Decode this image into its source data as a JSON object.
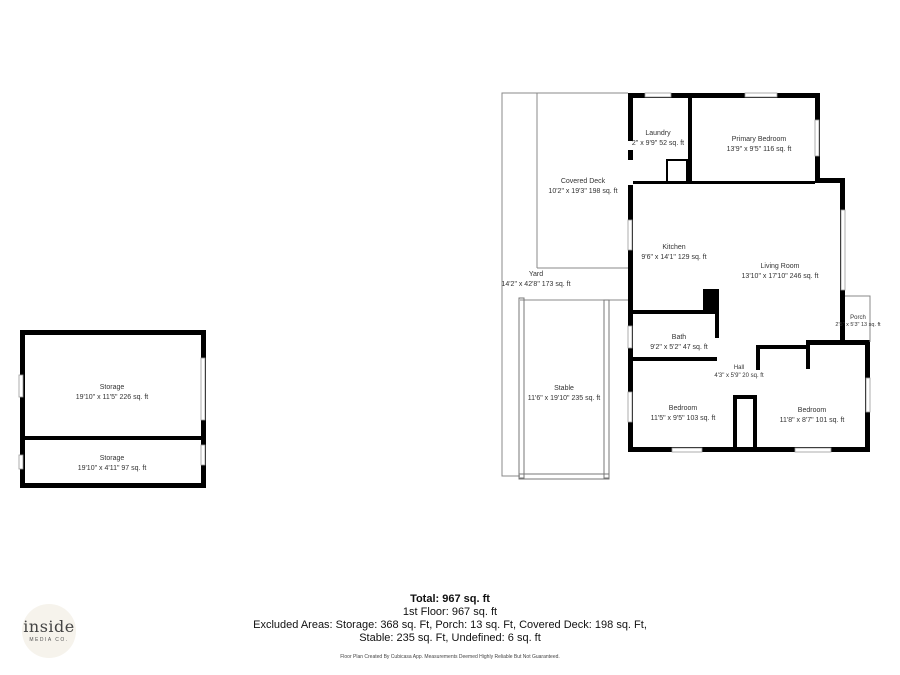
{
  "rooms": {
    "storage_large": {
      "name": "Storage",
      "dims": "19'10\" x 11'5\" 226 sq. ft"
    },
    "storage_small": {
      "name": "Storage",
      "dims": "19'10\" x 4'11\" 97 sq. ft"
    },
    "yard": {
      "name": "Yard",
      "dims": "14'2\" x 42'8\" 173 sq. ft"
    },
    "covered_deck": {
      "name": "Covered Deck",
      "dims": "10'2\" x 19'3\" 198 sq. ft"
    },
    "laundry": {
      "name": "Laundry",
      "dims": "2\" x 9'9\" 52 sq. ft"
    },
    "primary_bedroom": {
      "name": "Primary Bedroom",
      "dims": "13'9\" x 9'5\" 116 sq. ft"
    },
    "kitchen": {
      "name": "Kitchen",
      "dims": "9'6\" x 14'1\" 129 sq. ft"
    },
    "living_room": {
      "name": "Living Room",
      "dims": "13'10\" x 17'10\" 246 sq. ft"
    },
    "porch": {
      "name": "Porch",
      "dims": "2'5\" x 5'3\" 13 sq. ft"
    },
    "bath": {
      "name": "Bath",
      "dims": "9'2\" x 5'2\" 47 sq. ft"
    },
    "hall": {
      "name": "Hall",
      "dims": "4'3\" x 5'9\" 20 sq. ft"
    },
    "stable": {
      "name": "Stable",
      "dims": "11'6\" x 19'10\" 235 sq. ft"
    },
    "bedroom_left": {
      "name": "Bedroom",
      "dims": "11'5\" x 9'5\" 103 sq. ft"
    },
    "bedroom_right": {
      "name": "Bedroom",
      "dims": "11'8\" x 8'7\" 101 sq. ft"
    }
  },
  "summary": {
    "total": "Total: 967 sq. ft",
    "first_floor": "1st Floor: 967 sq. ft",
    "excluded_line1": "Excluded Areas: Storage: 368 sq. Ft, Porch: 13 sq. Ft, Covered Deck: 198 sq. Ft,",
    "excluded_line2": "Stable: 235 sq. Ft, Undefined: 6 sq. ft",
    "credit": "Floor Plan Created By Cubicasa App. Measurements Deemed Highly Reliable But Not Guaranteed."
  },
  "logo": {
    "main": "inside",
    "sub": "MEDIA CO."
  }
}
